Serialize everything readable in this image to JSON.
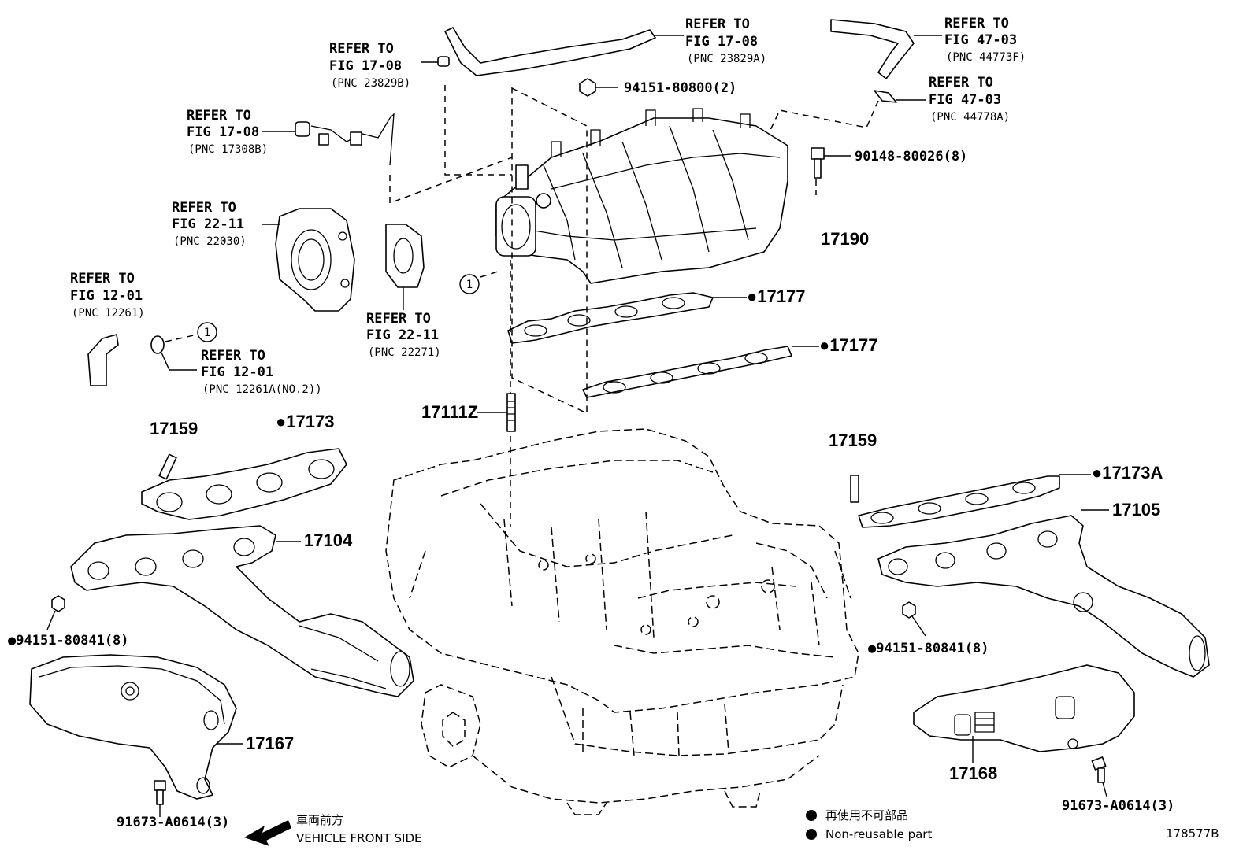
{
  "refs": {
    "r_23829B": {
      "l1": "REFER TO",
      "l2": "FIG 17-08",
      "l3": "(PNC 23829B)"
    },
    "r_23829A": {
      "l1": "REFER TO",
      "l2": "FIG 17-08",
      "l3": "(PNC 23829A)"
    },
    "r_44773F": {
      "l1": "REFER TO",
      "l2": "FIG 47-03",
      "l3": "(PNC 44773F)"
    },
    "r_44778A": {
      "l1": "REFER TO",
      "l2": "FIG 47-03",
      "l3": "(PNC 44778A)"
    },
    "r_17308B": {
      "l1": "REFER TO",
      "l2": "FIG 17-08",
      "l3": "(PNC 17308B)"
    },
    "r_22030": {
      "l1": "REFER TO",
      "l2": "FIG 22-11",
      "l3": "(PNC 22030)"
    },
    "r_22271": {
      "l1": "REFER TO",
      "l2": "FIG 22-11",
      "l3": "(PNC 22271)"
    },
    "r_12261": {
      "l1": "REFER TO",
      "l2": "FIG 12-01",
      "l3": "(PNC 12261)"
    },
    "r_12261A": {
      "l1": "REFER TO",
      "l2": "FIG 12-01",
      "l3": "(PNC 12261A(NO.2))"
    }
  },
  "parts": {
    "nut_94151_80800": "94151-80800(2)",
    "bolt_90148": "90148-80026(8)",
    "manifold_17190": "17190",
    "gasket_17177_a": "●17177",
    "gasket_17177_b": "●17177",
    "stud_17111Z": "17111Z",
    "stud_17159_l": "17159",
    "stud_17159_r": "17159",
    "gasket_17173": "●17173",
    "gasket_17173A": "●17173A",
    "exhaust_17104": "17104",
    "exhaust_17105": "17105",
    "nut_94151_80841_l": "●94151-80841(8)",
    "nut_94151_80841_r": "●94151-80841(8)",
    "shield_17167": "17167",
    "shield_17168": "17168",
    "bolt_91673_l": "91673-A0614(3)",
    "bolt_91673_r": "91673-A0614(3)"
  },
  "callouts": {
    "c1_a": "1",
    "c1_b": "1"
  },
  "legend": {
    "front_jp": "車両前方",
    "front_en": "VEHICLE FRONT SIDE",
    "nonreuse_jp": "再使用不可部品",
    "nonreuse_en": "Non-reusable part",
    "figure_no": "178577B"
  }
}
